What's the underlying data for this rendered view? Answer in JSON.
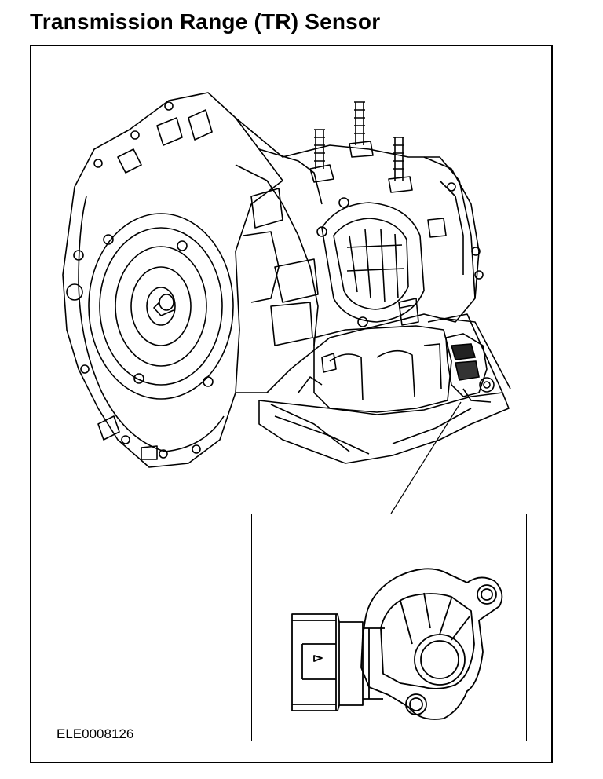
{
  "header": {
    "title": "Transmission Range (TR) Sensor"
  },
  "figure": {
    "id_label": "ELE0008126",
    "main_view": "transmission-assembly",
    "detail_view": "tr-sensor-closeup"
  }
}
